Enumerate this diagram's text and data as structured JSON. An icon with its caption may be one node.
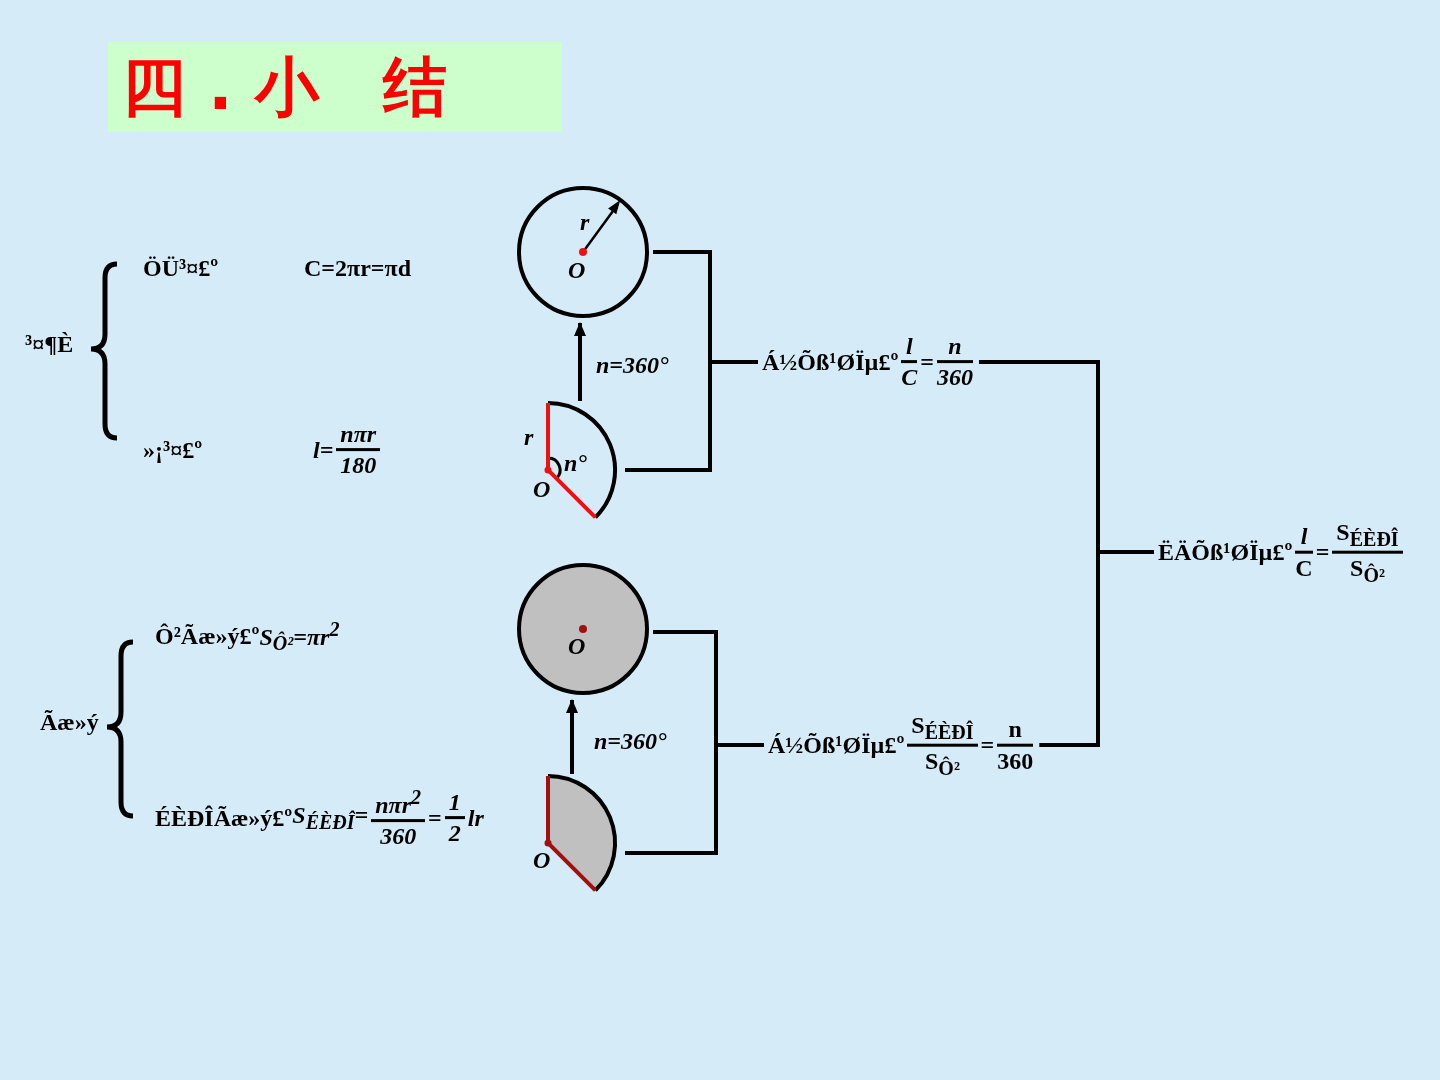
{
  "diagram": {
    "title": "四 . 小　结",
    "nodes": [
      {
        "text": [
          "r",
          "O"
        ]
      },
      {
        "text": [
          "r",
          "n°",
          "O"
        ]
      },
      {
        "text": [
          "Á½Õß¹ØÏµ£º",
          "l",
          "C",
          "=",
          "n",
          "360"
        ]
      },
      {
        "text": [
          "O"
        ]
      },
      {
        "text": [
          "O"
        ]
      },
      {
        "text": [
          "Á½Õß¹ØÏµ£º",
          "S$_{ÉÈÐÎ}$",
          "S$_{Ô²}$",
          "=",
          "n",
          "360"
        ]
      },
      {
        "text": [
          "ËÄÕß¹ØÏµ£º",
          "l",
          "C",
          "=",
          "S$_{ÉÈÐÎ}$",
          "S$_{Ô²}$"
        ]
      }
    ],
    "edges": [
      {
        "from": 1,
        "to": 0,
        "arrow": "to",
        "label": "n=360°"
      },
      {
        "from": 0,
        "to": 2,
        "arrow": "none"
      },
      {
        "from": 1,
        "to": 2,
        "arrow": "none"
      },
      {
        "from": 4,
        "to": 3,
        "arrow": "to",
        "label": "n=360°"
      },
      {
        "from": 3,
        "to": 5,
        "arrow": "none"
      },
      {
        "from": 4,
        "to": 5,
        "arrow": "none"
      },
      {
        "from": 2,
        "to": 6,
        "arrow": "none"
      },
      {
        "from": 5,
        "to": 6,
        "arrow": "none"
      }
    ],
    "labels": [
      "ÖÜ³¤£º",
      "C=2πr=πd",
      "³¤¶È",
      "»¡³¤£º",
      "l=",
      "nπr",
      "180",
      "Ô²Ãæ»ý£º",
      "S$_{Ô²}$=πr$^{2}$",
      "Ãæ»ý",
      "ÉÈÐÎÃæ»ý£º",
      "S$_{ÉÈÐÎ}$=",
      "nπr$^{2}$",
      "360",
      "=",
      "1",
      "2",
      "lr"
    ]
  }
}
